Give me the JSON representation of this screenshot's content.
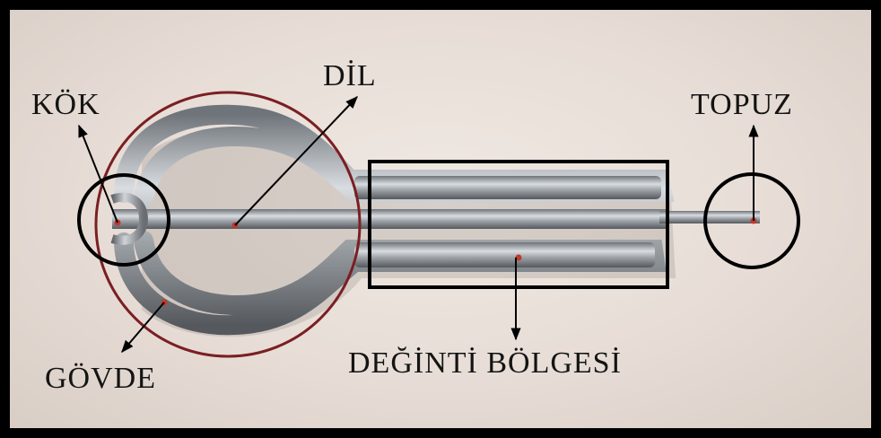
{
  "labels": {
    "kok": "KÖK",
    "dil": "DİL",
    "topuz": "TOPUZ",
    "govde": "GÖVDE",
    "deginti": "DEĞİNTİ BÖLGESİ"
  },
  "colors": {
    "background": "#e9e0d9",
    "frame": "#000000",
    "annotation": "#000000",
    "govde_circle": "#7a1f22",
    "marker_dot": "#c0392b",
    "metal": "#a9adb2"
  }
}
